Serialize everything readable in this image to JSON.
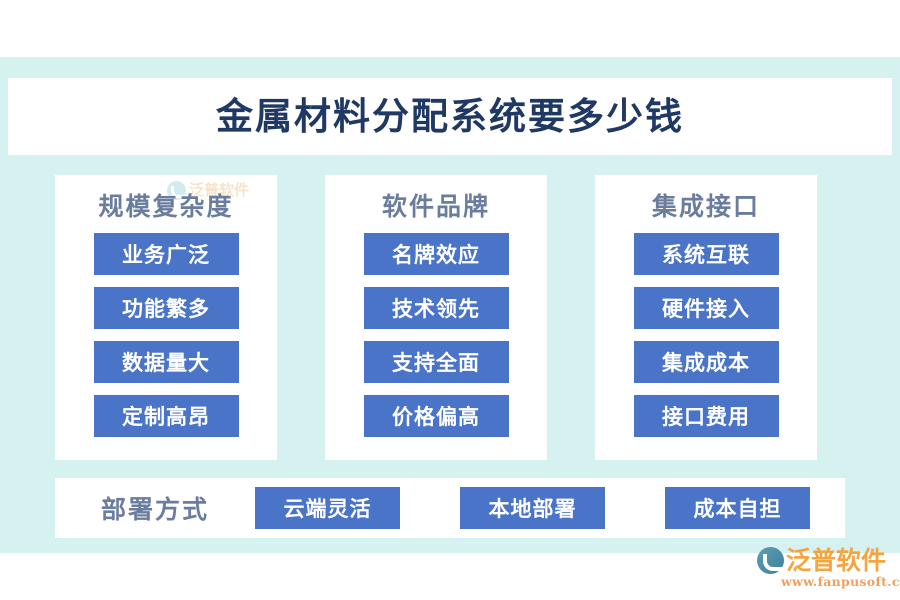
{
  "colors": {
    "panel_bg": "#d5f2f0",
    "card_bg": "#ffffff",
    "pill_bg": "#4a74c8",
    "pill_text": "#ffffff",
    "title_text": "#1f3864",
    "heading_text": "#6b7d9e",
    "logo_orange": "#f3a63f",
    "page_bg": "#ffffff"
  },
  "title": {
    "text": "金属材料分配系统要多少钱"
  },
  "columns": [
    {
      "heading": "规模复杂度",
      "items": [
        "业务广泛",
        "功能繁多",
        "数据量大",
        "定制高昂"
      ]
    },
    {
      "heading": "软件品牌",
      "items": [
        "名牌效应",
        "技术领先",
        "支持全面",
        "价格偏高"
      ]
    },
    {
      "heading": "集成接口",
      "items": [
        "系统互联",
        "硬件接入",
        "集成成本",
        "接口费用"
      ]
    }
  ],
  "bottom": {
    "label": "部署方式",
    "items": [
      "云端灵活",
      "本地部署",
      "成本自担"
    ]
  },
  "logo": {
    "name": "泛普软件",
    "url": "www.fanpusoft.com",
    "mark": "fanpu-swoosh-icon"
  },
  "watermark": {
    "text": "泛普软件"
  }
}
